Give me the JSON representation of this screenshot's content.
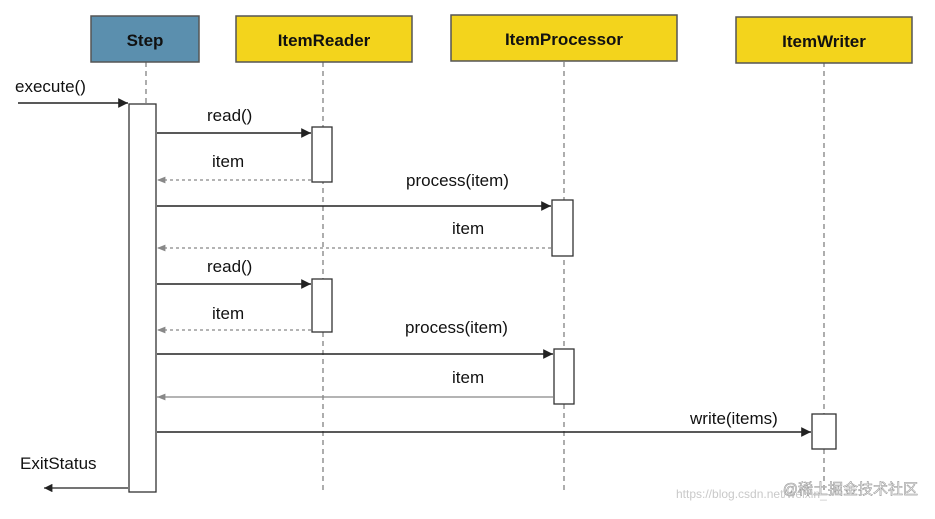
{
  "participants": [
    {
      "name": "Step",
      "fill": "#5b8fae"
    },
    {
      "name": "ItemReader",
      "fill": "#f3d41c"
    },
    {
      "name": "ItemProcessor",
      "fill": "#f3d41c"
    },
    {
      "name": "ItemWriter",
      "fill": "#f3d41c"
    }
  ],
  "messages": {
    "execute": "execute()",
    "read_1": "read()",
    "item_1": "item",
    "process_1": "process(item)",
    "item_2": "item",
    "read_2": "read()",
    "item_3": "item",
    "process_2": "process(item)",
    "item_4": "item",
    "write": "write(items)",
    "exit": "ExitStatus"
  },
  "watermark": {
    "url": "https://blog.csdn.net/weixin_",
    "site": "@稀土掘金技术社区"
  },
  "colors": {
    "line": "#222222",
    "lifeline": "#777777",
    "return_line": "#888888"
  }
}
